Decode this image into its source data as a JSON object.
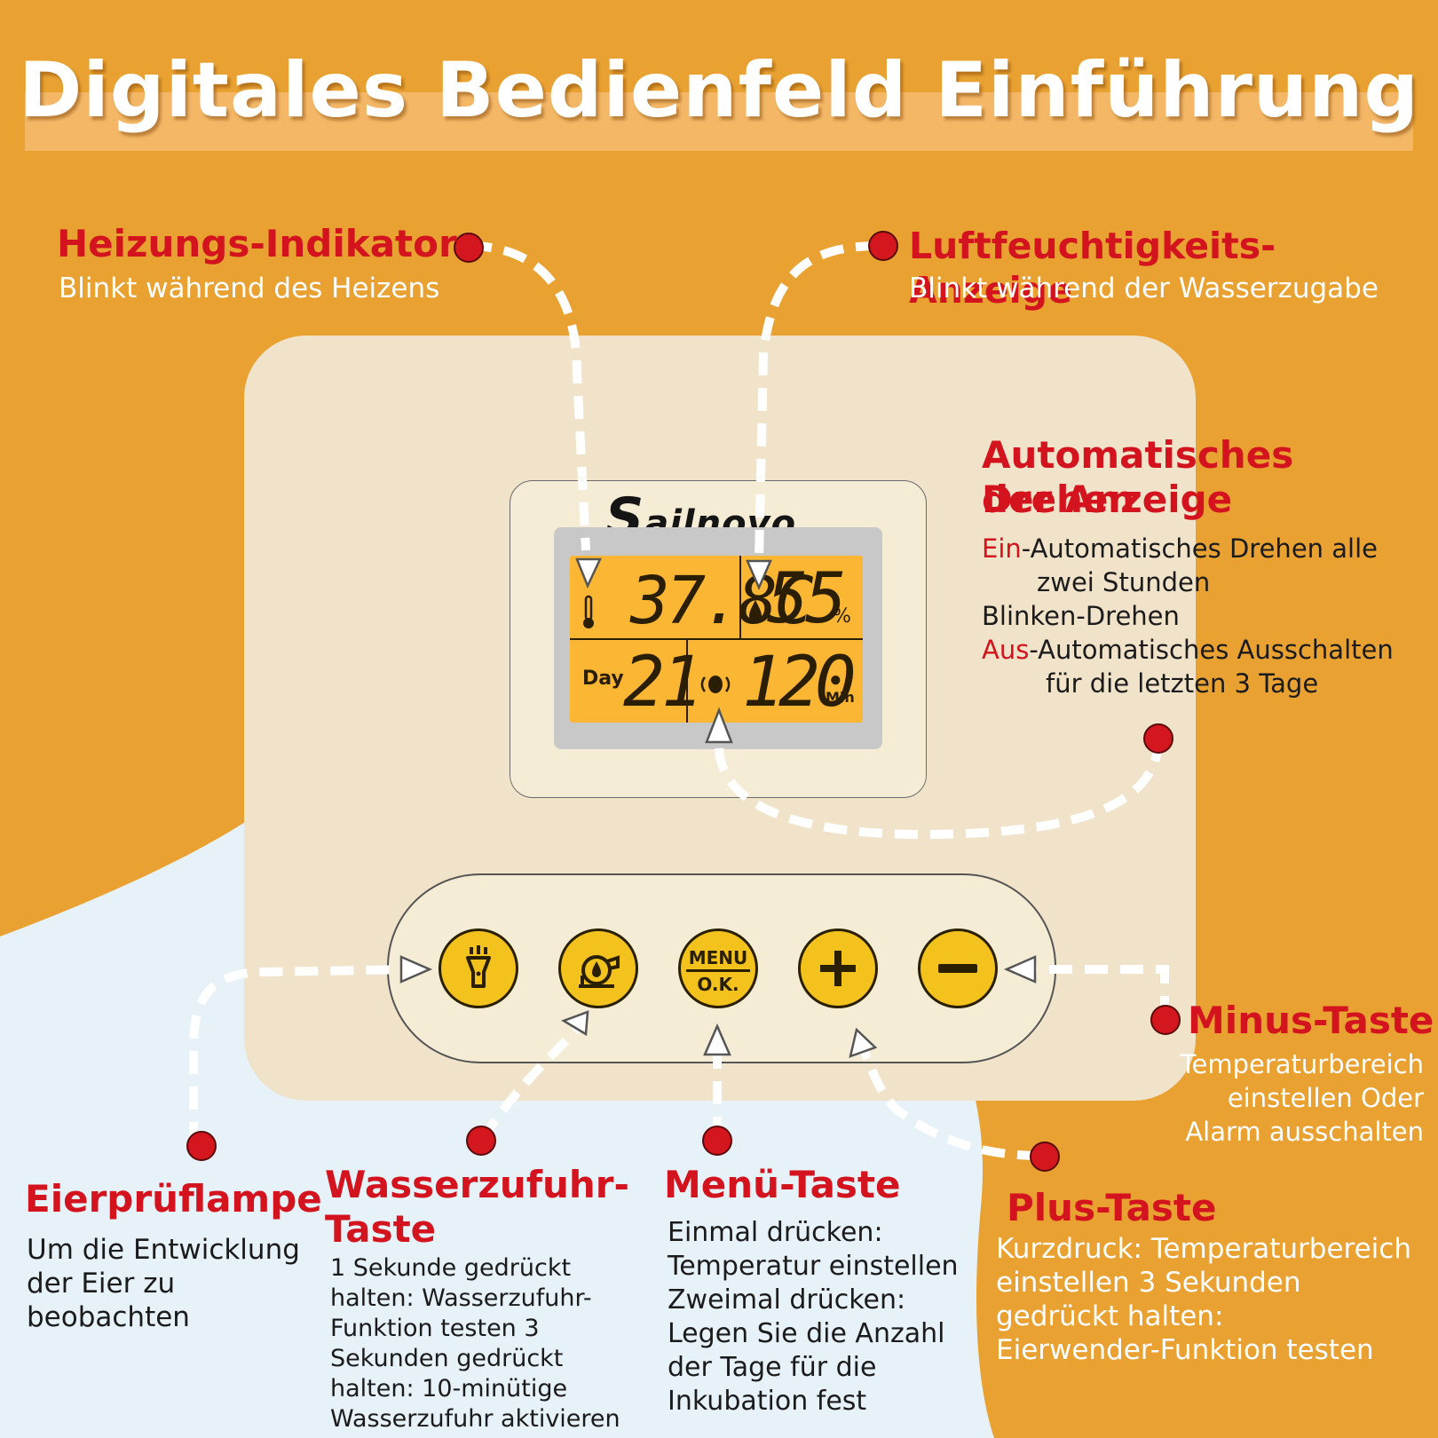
{
  "title": "Digitales Bedienfeld Einführung",
  "brand": {
    "initial": "S",
    "rest": "ailnovo"
  },
  "lcd": {
    "temperature": "37.8C",
    "humidity": "55",
    "humidity_unit": "%",
    "day_label": "Day",
    "day_value": "21",
    "turn_value": "120",
    "turn_unit": "Min"
  },
  "buttons": {
    "menu_line1": "MENU",
    "menu_line2": "O.K."
  },
  "callouts": {
    "heating": {
      "title": "Heizungs-Indikator",
      "text": "Blinkt während des Heizens"
    },
    "humidity": {
      "title": "Luftfeuchtigkeits-Anzeige",
      "text": "Blinkt während der Wasserzugabe"
    },
    "turning": {
      "title_line1": "Automatisches Drehen",
      "title_line2": "der Anzeige",
      "on_key": "Ein",
      "on_text": "-Automatisches Drehen alle",
      "on_text2": "zwei Stunden",
      "blink_text": "Blinken-Drehen",
      "off_key": "Aus",
      "off_text": "-Automatisches Ausschalten",
      "off_text2": "für die letzten 3 Tage"
    },
    "minus": {
      "title": "Minus-Taste",
      "lines": [
        "Temperaturbereich",
        "einstellen Oder",
        "Alarm ausschalten"
      ]
    },
    "plus": {
      "title": "Plus-Taste",
      "lines": [
        "Kurzdruck: Temperaturbereich",
        "einstellen 3 Sekunden",
        "gedrückt halten:",
        "Eierwender-Funktion testen"
      ]
    },
    "candler": {
      "title": "Eierprüflampe",
      "lines": [
        "Um die Entwicklung",
        "der Eier zu",
        "beobachten"
      ]
    },
    "water": {
      "title_line1": "Wasserzufuhr-",
      "title_line2": "Taste",
      "lines": [
        "1 Sekunde gedrückt",
        "halten: Wasserzufuhr-",
        "Funktion testen 3",
        "Sekunden gedrückt",
        "halten: 10-minütige",
        "Wasserzufuhr aktivieren"
      ]
    },
    "menu": {
      "title": "Menü-Taste",
      "lines": [
        "Einmal drücken:",
        "Temperatur einstellen",
        "Zweimal drücken:",
        "Legen Sie die Anzahl",
        "der Tage für die",
        "Inkubation fest"
      ]
    }
  },
  "colors": {
    "orange": "#e9a232",
    "light_blue": "#e6f1f8",
    "panel": "#f0e3ca",
    "lcd": "#fbb734",
    "accent_red": "#d3131d",
    "key_yellow": "#f4c21d"
  },
  "icons": [
    "flashlight-icon",
    "water-pump-icon",
    "plus-icon",
    "minus-icon",
    "thermometer-icon",
    "water-drop-icon",
    "egg-turn-icon"
  ]
}
